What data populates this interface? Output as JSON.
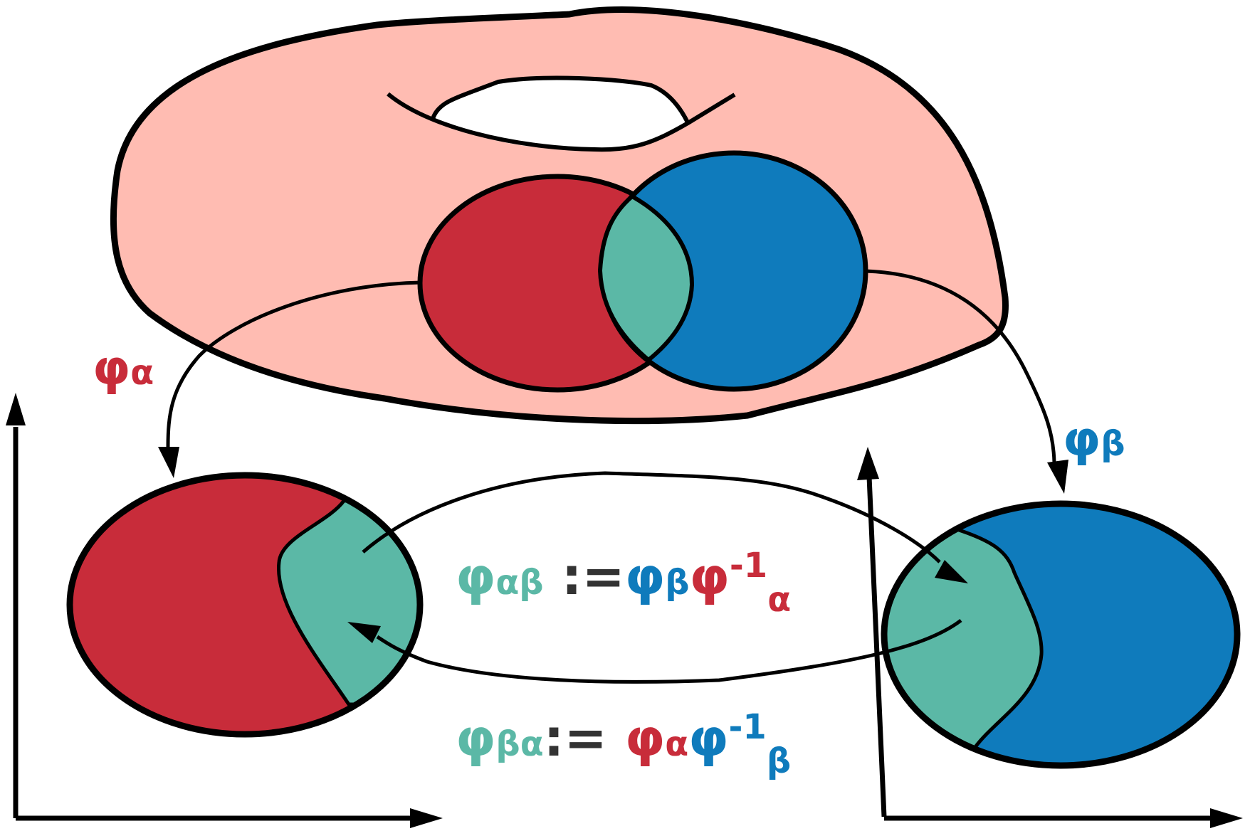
{
  "colors": {
    "torus": "#ffbcb2",
    "red": "#c82c3a",
    "blue": "#0f7bbc",
    "teal": "#5bb8a6",
    "ink": "#000000",
    "formula_dark": "#333333"
  },
  "labels": {
    "phi_alpha": {
      "base": "φ",
      "sub": "α"
    },
    "phi_beta": {
      "base": "φ",
      "sub": "β"
    }
  },
  "formula_ab": {
    "lhs_base": "φ",
    "lhs_sub": "αβ",
    "assign": " :=",
    "t1_base": "φ",
    "t1_sub": "β",
    "t2_base": "φ",
    "t2_sup": "-1",
    "t2_sub": "α"
  },
  "formula_ba": {
    "lhs_base": "φ",
    "lhs_sub": "βα",
    "assign": ":= ",
    "t1_base": "φ",
    "t1_sub": "α",
    "t2_base": "φ",
    "t2_sup": "-1",
    "t2_sub": "β"
  }
}
